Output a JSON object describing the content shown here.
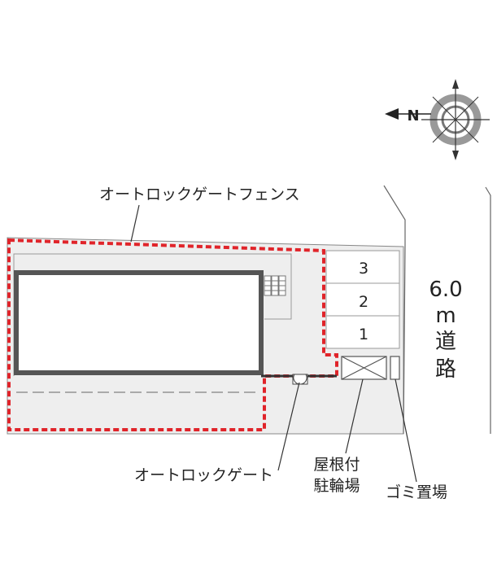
{
  "labels": {
    "fence": "オートロックゲートフェンス",
    "gate": "オートロックゲート",
    "bike_parking_line1": "屋根付",
    "bike_parking_line2": "駐輪場",
    "garbage": "ゴミ置場",
    "road_width": "6.0",
    "road_unit": "m",
    "road_char1": "道",
    "road_char2": "路"
  },
  "parking_spaces": [
    "3",
    "2",
    "1"
  ],
  "compass": {
    "north_label": "N",
    "direction": "left"
  },
  "colors": {
    "fence_red": "#e0242a",
    "site_gray": "#eeeeee",
    "building_outline": "#555555",
    "line": "#444444"
  }
}
